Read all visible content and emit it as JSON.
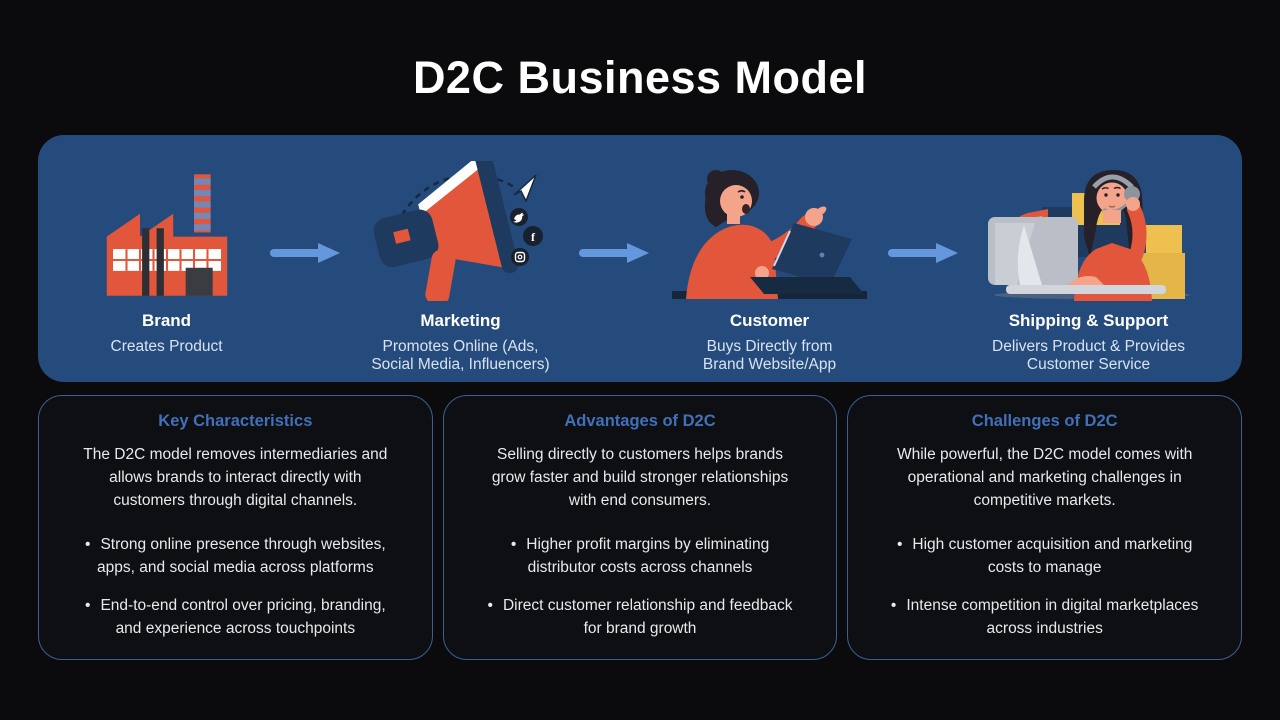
{
  "slide": {
    "title": "D2C Business Model",
    "background_color": "#0b0b0d",
    "banner_color": "#254B7D",
    "accent_blue": "#4070BA",
    "arrow_color": "#6597DC",
    "illustration_orange": "#E2563B",
    "illustration_navy": "#1E3A5E"
  },
  "flow": {
    "steps": [
      {
        "icon": "factory-illustration",
        "title": "Brand",
        "caption": "Creates Product"
      },
      {
        "icon": "megaphone-illustration",
        "title": "Marketing",
        "caption": "Promotes Online (Ads,\nSocial Media, Influencers)"
      },
      {
        "icon": "customer-illustration",
        "title": "Customer",
        "caption": "Buys Directly from\nBrand Website/App"
      },
      {
        "icon": "support-illustration",
        "title": "Shipping & Support",
        "caption": "Delivers Product & Provides\nCustomer Service"
      }
    ]
  },
  "bullet_char": "•",
  "cards": [
    {
      "title": "Key Characteristics",
      "paragraph": "The D2C model removes intermediaries and\nallows brands to interact directly with\ncustomers through digital channels.",
      "bullets": [
        "Strong online presence through websites,\napps, and social media across platforms",
        "End-to-end control over pricing, branding,\nand experience across touchpoints"
      ]
    },
    {
      "title": "Advantages of D2C",
      "paragraph": "Selling directly to customers helps brands\ngrow faster and build stronger relationships\nwith end consumers.",
      "bullets": [
        "Higher profit margins by eliminating\ndistributor costs across channels",
        "Direct customer relationship and feedback\nfor brand growth"
      ]
    },
    {
      "title": "Challenges of D2C",
      "paragraph": "While powerful, the D2C model comes with\noperational and marketing challenges in\ncompetitive markets.",
      "bullets": [
        "High customer acquisition and marketing\ncosts to manage",
        "Intense competition in digital marketplaces\nacross industries"
      ]
    }
  ]
}
